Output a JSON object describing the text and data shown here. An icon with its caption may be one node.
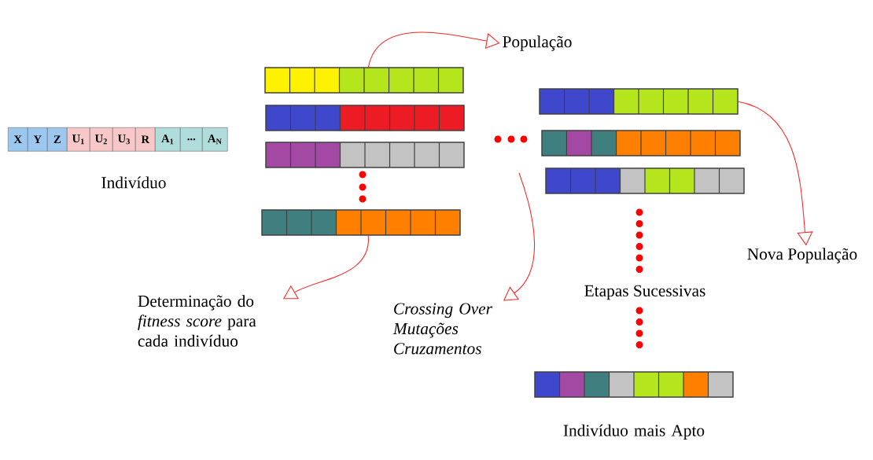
{
  "diagram": {
    "nodes": [
      {
        "text": [
          "X",
          "Y",
          "Z",
          "U$_{1}$",
          "U$_{2}$",
          "U$_{3}$",
          "R",
          "A$_{1}$",
          "...",
          "A$_{N}$"
        ],
        "beside": [
          "Indivíduo"
        ]
      },
      {
        "text": [
          "População"
        ]
      },
      {
        "text": [],
        "shape": "bar"
      },
      {
        "text": [],
        "shape": "bar"
      },
      {
        "text": [],
        "shape": "bar"
      },
      {
        "text": [],
        "shape": "bar"
      },
      {
        "text": [
          "Determinação do *fitness score* para cada indivíduo"
        ]
      },
      {
        "text": [
          "Crossing Over",
          "Mutações",
          "Cruzamentos"
        ]
      },
      {
        "text": [],
        "shape": "bar"
      },
      {
        "text": [],
        "shape": "bar"
      },
      {
        "text": [],
        "shape": "bar"
      },
      {
        "text": [
          "Nova População"
        ]
      },
      {
        "text": [],
        "shape": "bar",
        "beside": [
          "Indivíduo mais Apto"
        ]
      }
    ],
    "edges": [
      {
        "from": 2,
        "to": 1,
        "arrow": "to"
      },
      {
        "from": 5,
        "to": 6,
        "arrow": "to"
      },
      {
        "from": null,
        "to": 7,
        "arrow": "to"
      },
      {
        "from": 8,
        "to": 11,
        "arrow": "to"
      }
    ],
    "labels": [
      "Etapas Sucessivas"
    ]
  }
}
